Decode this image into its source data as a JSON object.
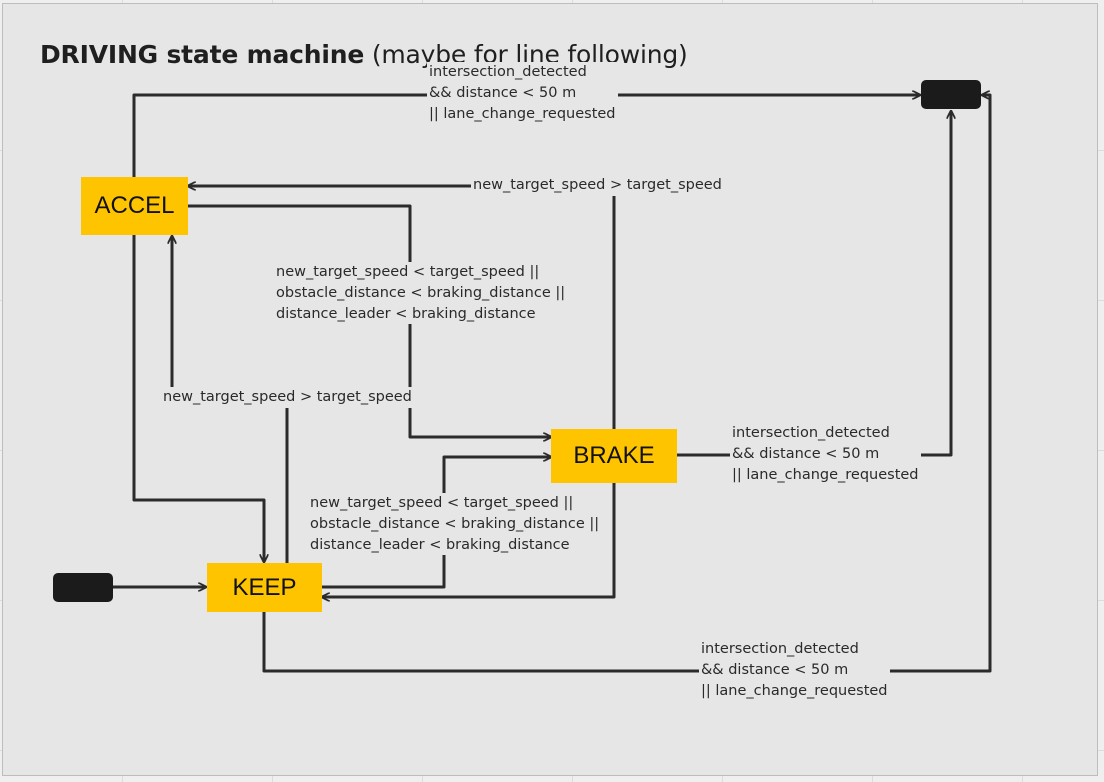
{
  "title": {
    "bold": "DRIVING state machine",
    "rest": " (maybe for line following)"
  },
  "states": {
    "accel": "ACCEL",
    "brake": "BRAKE",
    "keep": "KEEP"
  },
  "transitions": {
    "accel_to_end": [
      "intersection_detected",
      "&& distance < 50 m",
      "|| lane_change_requested"
    ],
    "brake_to_accel": [
      "new_target_speed > target_speed"
    ],
    "accel_to_brake": [
      "new_target_speed < target_speed ||",
      "obstacle_distance < braking_distance ||",
      "distance_leader < braking_distance"
    ],
    "keep_to_accel": [
      "new_target_speed > target_speed"
    ],
    "brake_to_end": [
      "intersection_detected",
      "&& distance < 50 m",
      "|| lane_change_requested"
    ],
    "keep_to_brake": [
      "new_target_speed < target_speed ||",
      "obstacle_distance < braking_distance ||",
      "distance_leader < braking_distance"
    ],
    "keep_to_end": [
      "intersection_detected",
      "&& distance < 50 m",
      "|| lane_change_requested"
    ]
  },
  "colors": {
    "state_fill": "#ffc400",
    "terminal_fill": "#1b1b1b",
    "edge": "#2b2b2b",
    "canvas": "#e6e6e6"
  }
}
